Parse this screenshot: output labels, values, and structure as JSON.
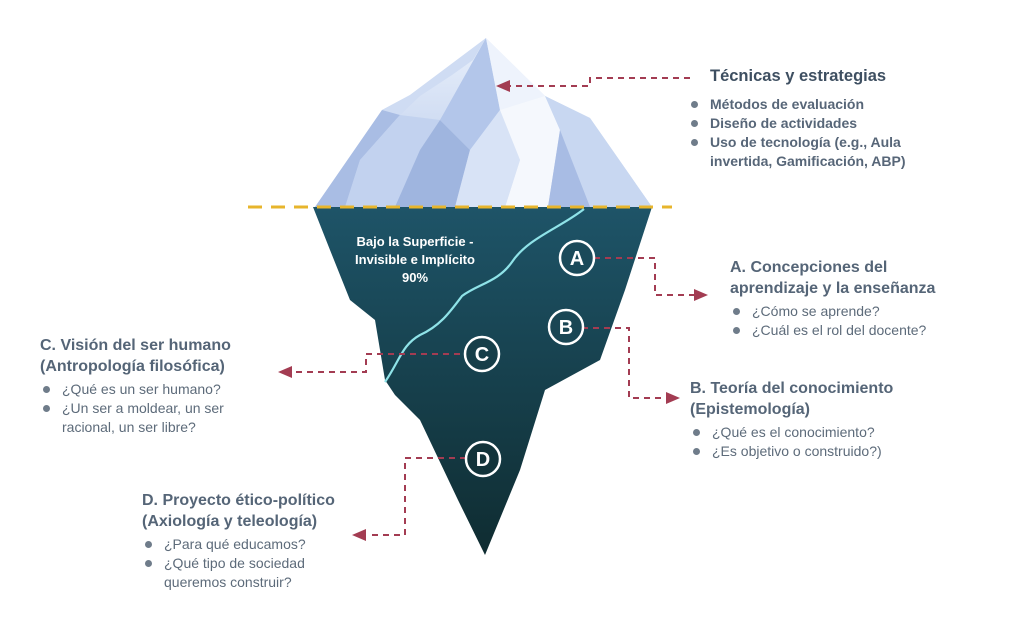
{
  "iceberg": {
    "underwater_label_line1": "Bajo la Superficie -",
    "underwater_label_line2": "Invisible e Implícito",
    "underwater_label_line3": "90%",
    "markers": [
      "A",
      "B",
      "C",
      "D"
    ]
  },
  "tips": {
    "title": "Técnicas y estrategias",
    "items": [
      "Métodos de evaluación",
      "Diseño de actividades",
      "Uso de tecnología (e.g., Aula invertida, Gamificación, ABP)"
    ]
  },
  "section_a": {
    "title_line1": "A. Concepciones del",
    "title_line2": "aprendizaje y la enseñanza",
    "items": [
      "¿Cómo se aprende?",
      "¿Cuál es el rol del docente?"
    ]
  },
  "section_b": {
    "title_line1": "B. Teoría del conocimiento",
    "title_line2": "(Epistemología)",
    "items": [
      "¿Qué es el conocimiento?",
      "¿Es objetivo o construido?)"
    ]
  },
  "section_c": {
    "title_line1": "C. Visión del ser humano",
    "title_line2": "(Antropología filosófica)",
    "items": [
      "¿Qué es un ser humano?",
      "¿Un ser a moldear, un ser racional, un ser libre?"
    ]
  },
  "section_d": {
    "title_line1": "D. Proyecto ético-político",
    "title_line2": "(Axiología y teleología)",
    "items": [
      "¿Para qué educamos?",
      "¿Qué tipo de sociedad queremos construir?"
    ]
  },
  "colors": {
    "water_top": "#1e5468",
    "water_bottom": "#102d33",
    "ice_light": "#dfe9f8",
    "ice_shadow": "#9db3dd",
    "waterline": "#e7b52c",
    "connector": "#a33c52",
    "current": "#8fe3e8"
  }
}
